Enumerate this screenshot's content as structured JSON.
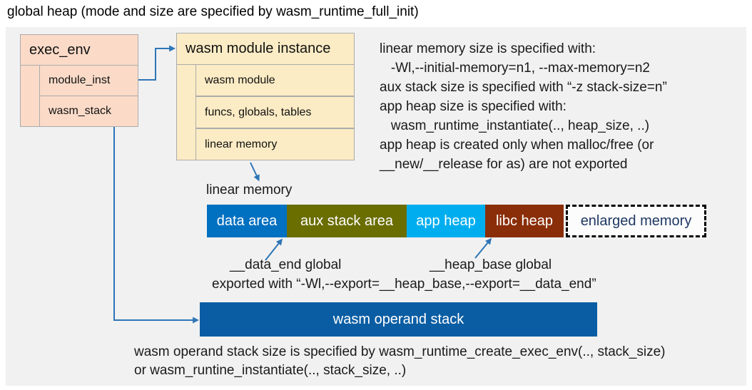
{
  "title": "global heap (mode and size are specified by wasm_runtime_full_init)",
  "exec_env_box": {
    "header": "exec_env",
    "rows": [
      "module_inst",
      "wasm_stack"
    ]
  },
  "module_instance_box": {
    "header": "wasm module instance",
    "rows": [
      "wasm module",
      "funcs, globals, tables",
      "linear memory"
    ]
  },
  "notes_right": {
    "lines": [
      "linear memory size is specified with:",
      "   -Wl,--initial-memory=n1, --max-memory=n2",
      "aux stack size is specified with “-z stack-size=n”",
      "app heap size is specified with:",
      "   wasm_runtime_instantiate(.., heap_size, ..)",
      "app heap is created only when malloc/free (or",
      "__new/__release for as) are not exported"
    ]
  },
  "linear_memory": {
    "label": "linear memory",
    "segments": [
      {
        "label": "data area",
        "color": "#0070C0"
      },
      {
        "label": "aux stack area",
        "color": "#6A6D00"
      },
      {
        "label": "app heap",
        "color": "#00AEEF"
      },
      {
        "label": "libc heap",
        "color": "#8A2E09"
      }
    ],
    "enlarged": {
      "label": "enlarged memory",
      "text_color": "#1F3864"
    }
  },
  "annotations": {
    "data_end_label": "__data_end global",
    "heap_base_label": "__heap_base global",
    "exported_line": "exported with “-Wl,--export=__heap_base,--export=__data_end”"
  },
  "operand_stack": {
    "label": "wasm operand stack",
    "color": "#0A5DA3"
  },
  "notes_bottom": {
    "lines": [
      "wasm operand stack size is specified by wasm_runtime_create_exec_env(.., stack_size)",
      "or wasm_runtine_instantiate(.., stack_size, ..)"
    ]
  },
  "colors": {
    "panel_bg": "#F1F1F1",
    "exec_env_fill": "#FBDBC8",
    "module_instance_fill": "#FCECC5",
    "box_border": "#ABABAB",
    "connector_blue": "#2E75B6"
  }
}
